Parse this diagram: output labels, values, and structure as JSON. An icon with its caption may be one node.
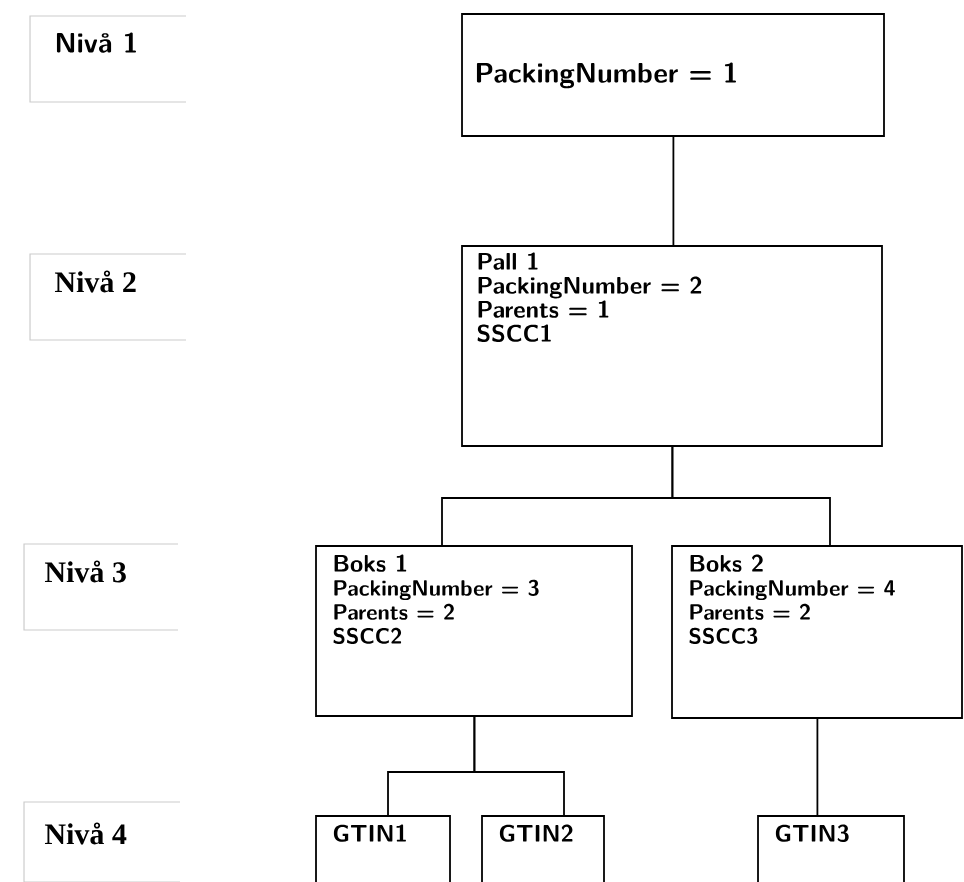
{
  "diagram": {
    "nodes": [
      {
        "text": [
          "Nivå 1"
        ]
      },
      {
        "text": [
          "PackingNumber = 1"
        ]
      },
      {
        "text": [
          "Nivå 2"
        ]
      },
      {
        "text": [
          "Pall 1",
          "PackingNumber = 2",
          "Parents = 1",
          "SSCC1"
        ]
      },
      {
        "text": [
          "Nivå 3"
        ]
      },
      {
        "text": [
          "Boks 1",
          "PackingNumber  = 3",
          "Parents = 2",
          "SSCC2"
        ]
      },
      {
        "text": [
          "Boks 2",
          "PackingNumber  = 4",
          "Parents = 2",
          "SSCC3"
        ]
      },
      {
        "text": [
          "Nivå 4"
        ]
      },
      {
        "text": [
          "GTIN1"
        ]
      },
      {
        "text": [
          "GTIN2"
        ]
      },
      {
        "text": [
          "GTIN3"
        ]
      }
    ],
    "edges": [
      {
        "from": 1,
        "to": 3,
        "arrow": "none"
      },
      {
        "from": 3,
        "to": 5,
        "arrow": "none"
      },
      {
        "from": 3,
        "to": 6,
        "arrow": "none"
      },
      {
        "from": 5,
        "to": 8,
        "arrow": "none"
      },
      {
        "from": 5,
        "to": 9,
        "arrow": "none"
      },
      {
        "from": 6,
        "to": 10,
        "arrow": "none"
      }
    ]
  }
}
